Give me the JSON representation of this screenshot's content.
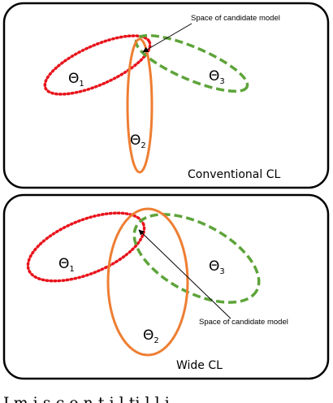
{
  "colors": {
    "theta1": "#e8131b",
    "theta2": "#ee7e32",
    "theta3": "#5ea43a",
    "frame": "#000000"
  },
  "panels": [
    {
      "caption": "Conventional CL",
      "annotation": "Space of candidate model",
      "sets": [
        {
          "symbol": "Θ",
          "index": "1"
        },
        {
          "symbol": "Θ",
          "index": "2"
        },
        {
          "symbol": "Θ",
          "index": "3"
        }
      ]
    },
    {
      "caption": "Wide CL",
      "annotation": "Space of candidate model",
      "sets": [
        {
          "symbol": "Θ",
          "index": "1"
        },
        {
          "symbol": "Θ",
          "index": "2"
        },
        {
          "symbol": "Θ",
          "index": "3"
        }
      ]
    }
  ],
  "cutoff_text": "Lm  i      s    c  e  n  t    i    l      ti    l     l     i"
}
